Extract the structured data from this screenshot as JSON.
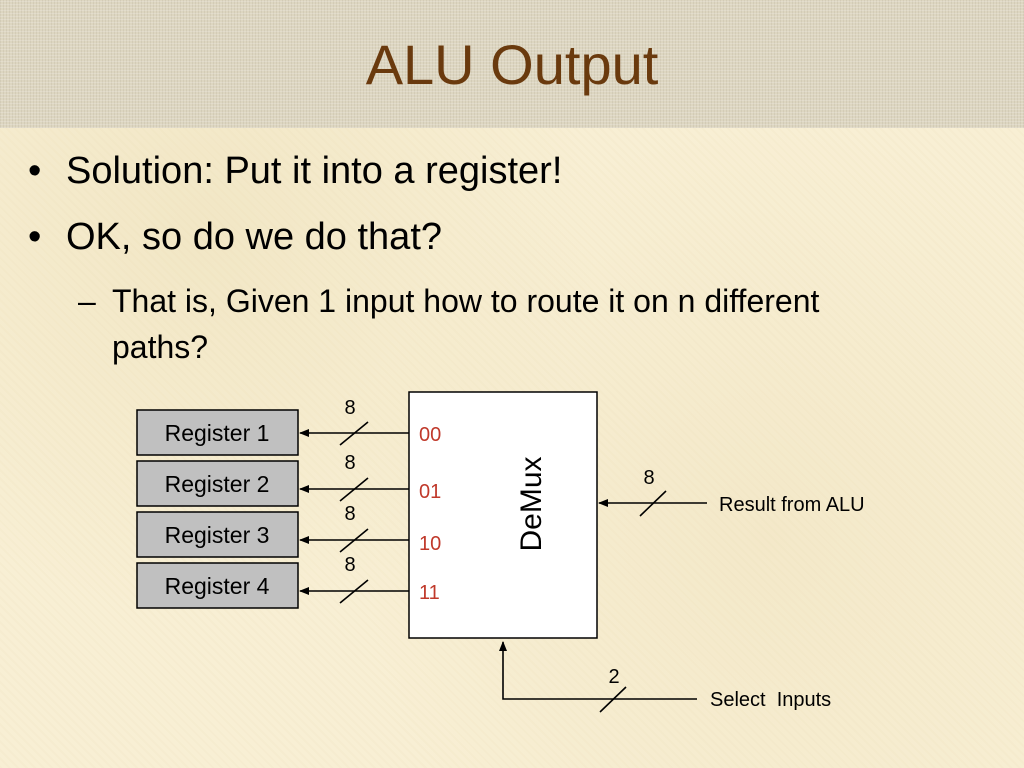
{
  "slide": {
    "title": "ALU Output",
    "bullets": [
      "Solution: Put it into a register!",
      "OK, so do we do that?"
    ],
    "sub_bullet": "That is, Given 1 input how to route it on n different paths?",
    "bullet_marker": "•",
    "sub_marker": "–"
  },
  "diagram": {
    "registers": [
      "Register 1",
      "Register 2",
      "Register 3",
      "Register 4"
    ],
    "bus_widths": [
      "8",
      "8",
      "8",
      "8"
    ],
    "demux_label": "DeMux",
    "ports": [
      "00",
      "01",
      "10",
      "11"
    ],
    "input_width": "8",
    "input_label": "Result from ALU",
    "select_width": "2",
    "select_label": "Select  Inputs"
  }
}
